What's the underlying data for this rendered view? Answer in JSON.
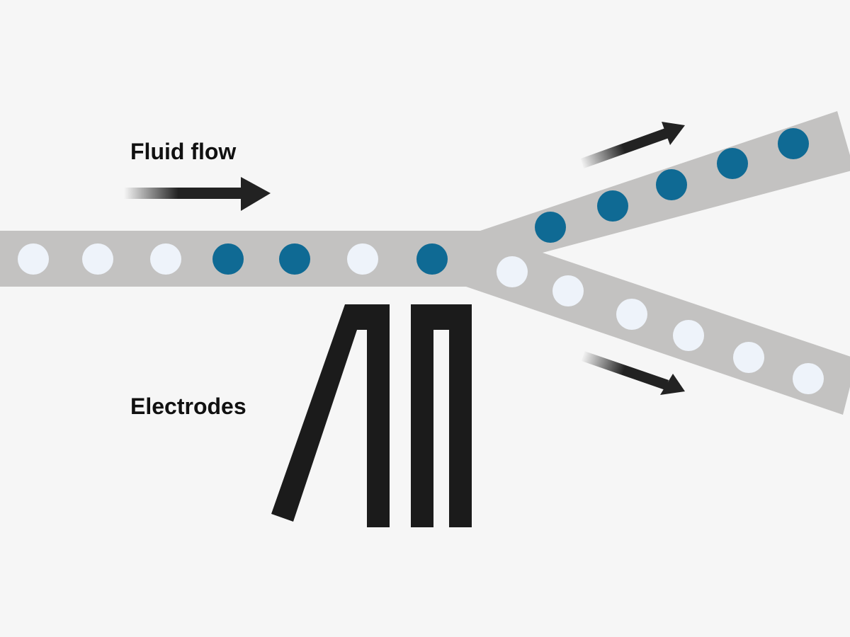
{
  "labels": {
    "fluid_flow": "Fluid flow",
    "electrodes": "Electrodes"
  },
  "colors": {
    "background": "#f6f6f6",
    "channel": "#c3c2c1",
    "light_particle": "#eef3fa",
    "dark_particle": "#0f6a94",
    "electrode": "#1b1b1b",
    "arrow": "#222222"
  },
  "particles": {
    "inlet": [
      "light",
      "light",
      "light",
      "dark",
      "dark",
      "light",
      "dark"
    ],
    "upper_outlet": [
      "dark",
      "dark",
      "dark",
      "dark",
      "dark"
    ],
    "lower_outlet": [
      "light",
      "light",
      "light",
      "light",
      "light",
      "light"
    ]
  }
}
